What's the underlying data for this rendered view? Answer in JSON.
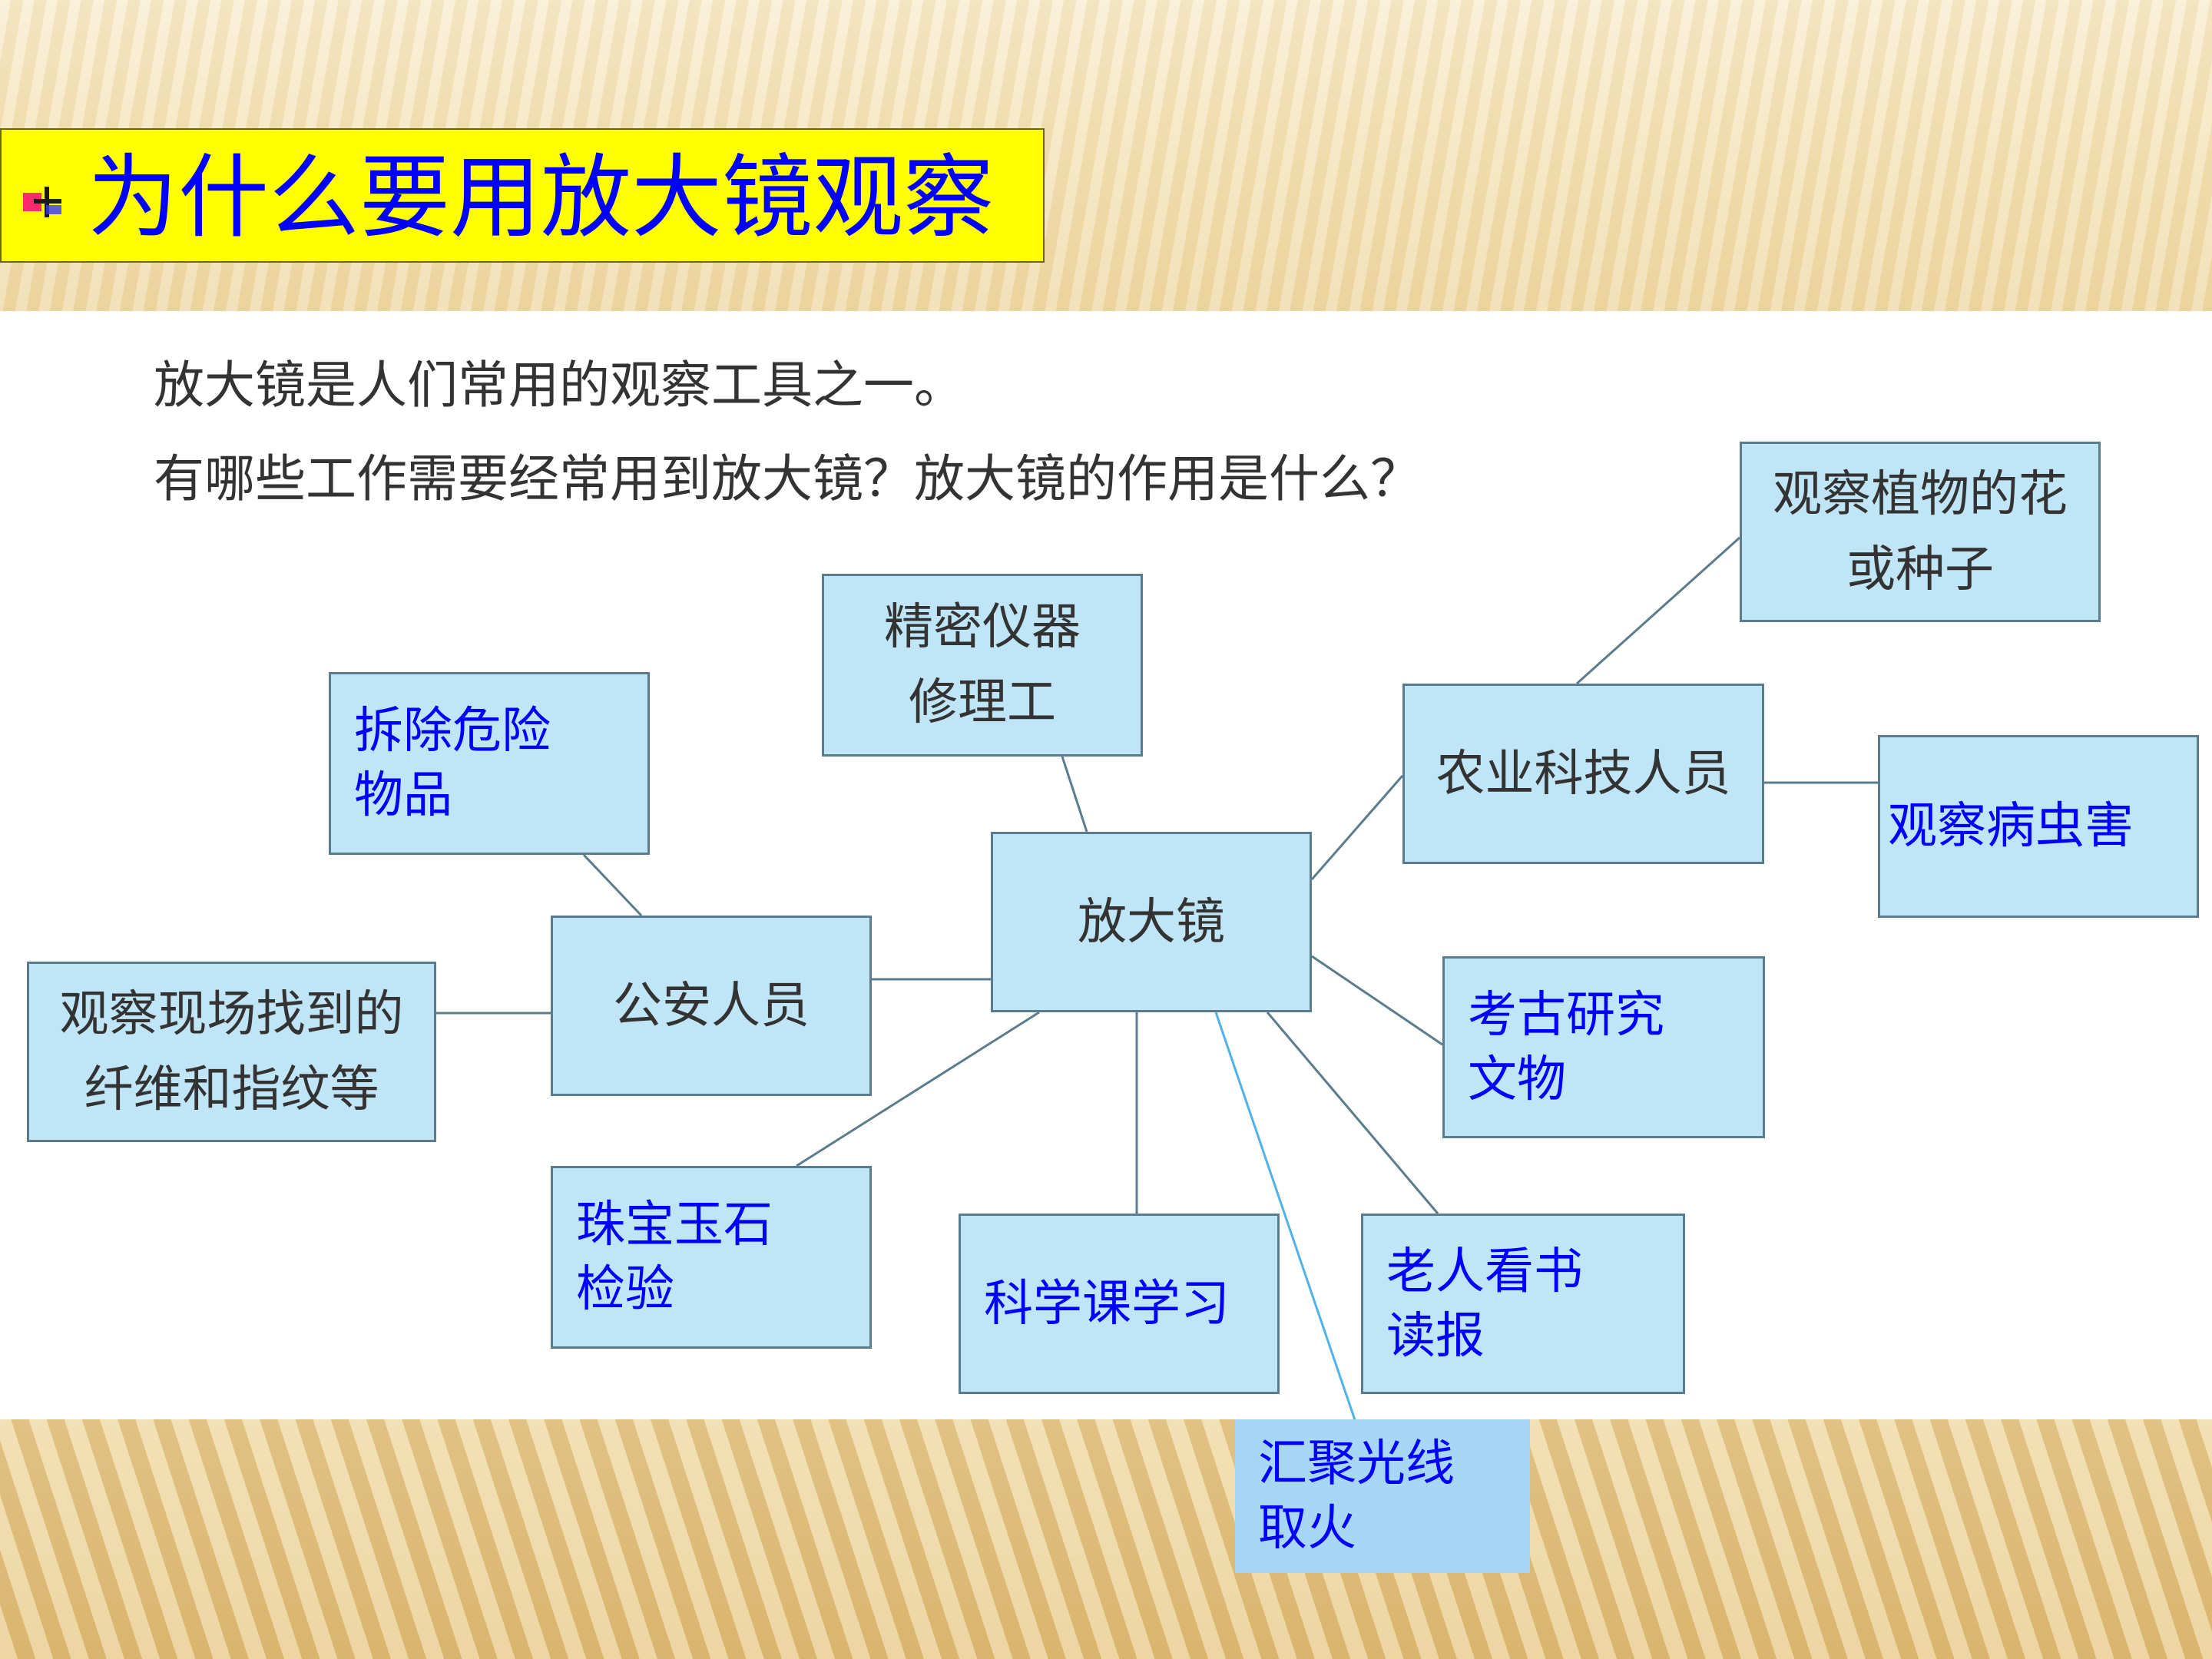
{
  "slide": {
    "title": "为什么要用放大镜观察",
    "intro_line1": "放大镜是人们常用的观察工具之一。",
    "intro_line2": "有哪些工作需要经常用到放大镜？放大镜的作用是什么？"
  },
  "colors": {
    "title_bg": "#ffff00",
    "title_text": "#0000ff",
    "node_fill": "#bfe5f6",
    "node_border": "#5a7c8c",
    "answer_text": "#0000ff",
    "link": "#5a7c8c",
    "highlight_link": "#4fb3e8"
  },
  "diagram": {
    "center": "放大镜",
    "nodes": {
      "precision_repair": "精密仪器\n修理工",
      "explosive_removal": "拆除危险\n物品",
      "police": "公安人员",
      "crime_scene": "观察现场找到的\n纤维和指纹等",
      "agri_tech": "农业科技人员",
      "plant_flowers": "观察植物的花\n或种子",
      "pests": "观察病虫害",
      "archaeology": "考古研究\n文物",
      "jewelry": "珠宝玉石\n检验",
      "science_class": "科学课学习",
      "elderly_reading": "老人看书\n读报",
      "focus_light": "汇聚光线\n取火"
    }
  }
}
